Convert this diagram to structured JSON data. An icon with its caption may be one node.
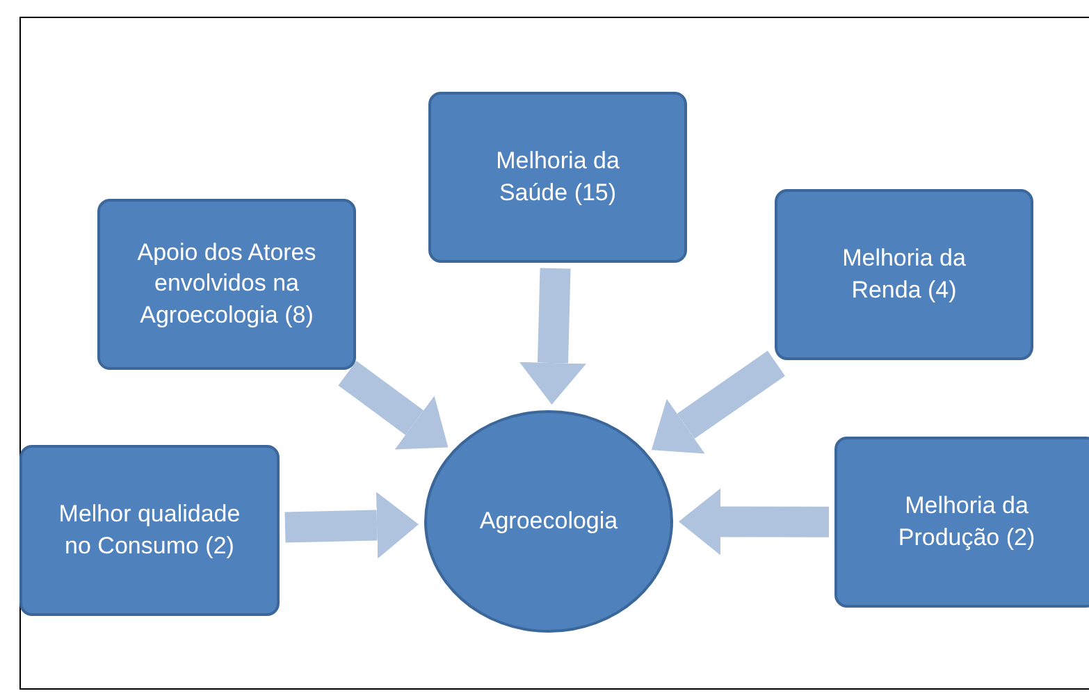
{
  "diagram": {
    "nodes": [
      {
        "text": [
          "Melhoria da Saúde (15)"
        ]
      },
      {
        "text": [
          "Apoio dos Atores envolvidos na Agroecologia (8)"
        ]
      },
      {
        "text": [
          "Melhoria da Renda (4)"
        ]
      },
      {
        "text": [
          "Melhor qualidade no Consumo (2)"
        ]
      },
      {
        "text": [
          "Agroecologia"
        ]
      },
      {
        "text": [
          "Melhoria da Produção (2)"
        ]
      }
    ],
    "edges": [
      {
        "from": 0,
        "to": 4,
        "arrow": "to"
      },
      {
        "from": 1,
        "to": 4,
        "arrow": "to"
      },
      {
        "from": 2,
        "to": 4,
        "arrow": "to"
      },
      {
        "from": 3,
        "to": 4,
        "arrow": "to"
      },
      {
        "from": 5,
        "to": 4,
        "arrow": "to"
      }
    ]
  }
}
